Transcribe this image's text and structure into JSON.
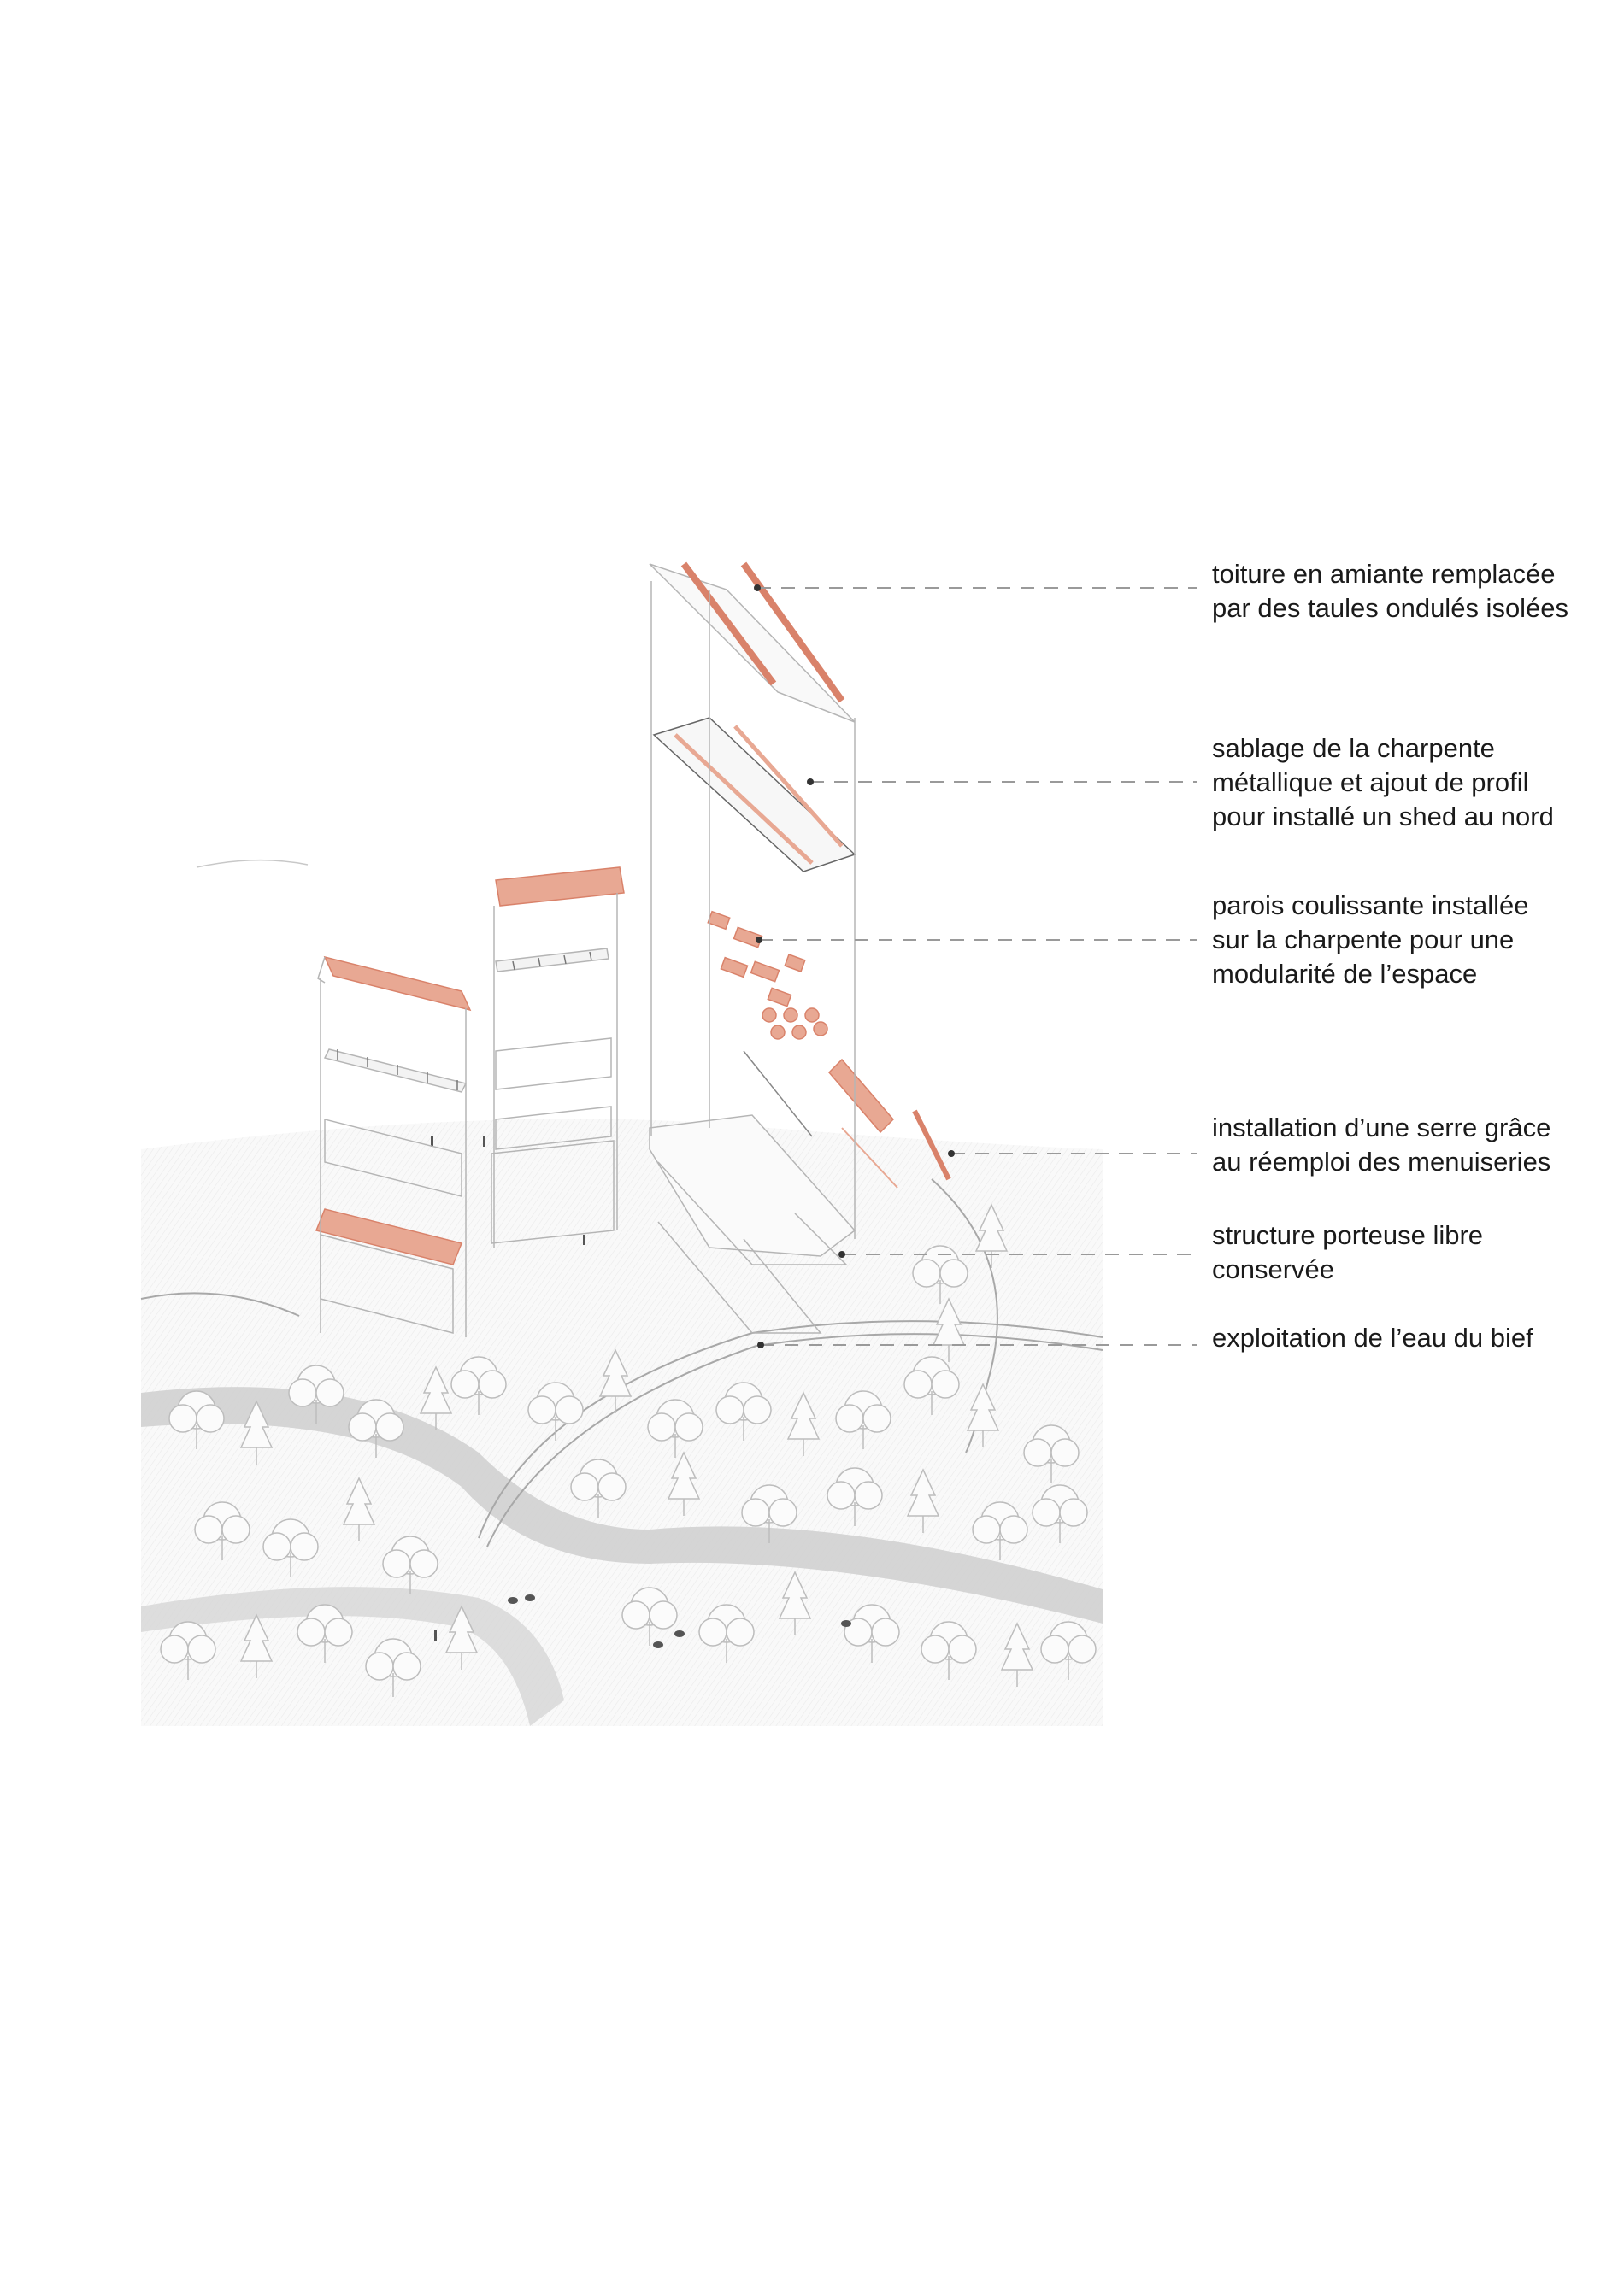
{
  "colors": {
    "accent": "#e8a893",
    "accent_stroke": "#d9826a",
    "line": "#b5b5b5",
    "ground": "#f1f1f1",
    "water": "#cfcfcf",
    "text": "#1a1a1a"
  },
  "annotations": [
    {
      "text": "toiture en amiante remplacée\npar des taules ondulés isolées"
    },
    {
      "text": "sablage de la charpente\nmétallique et ajout de profil\npour installé un shed au nord"
    },
    {
      "text": "parois coulissante installée\nsur la charpente pour une\nmodularité de l’espace"
    },
    {
      "text": "installation d’une serre grâce\nau réemploi des menuiseries"
    },
    {
      "text": "structure porteuse libre\nconservée"
    },
    {
      "text": "exploitation de l’eau du bief"
    }
  ]
}
